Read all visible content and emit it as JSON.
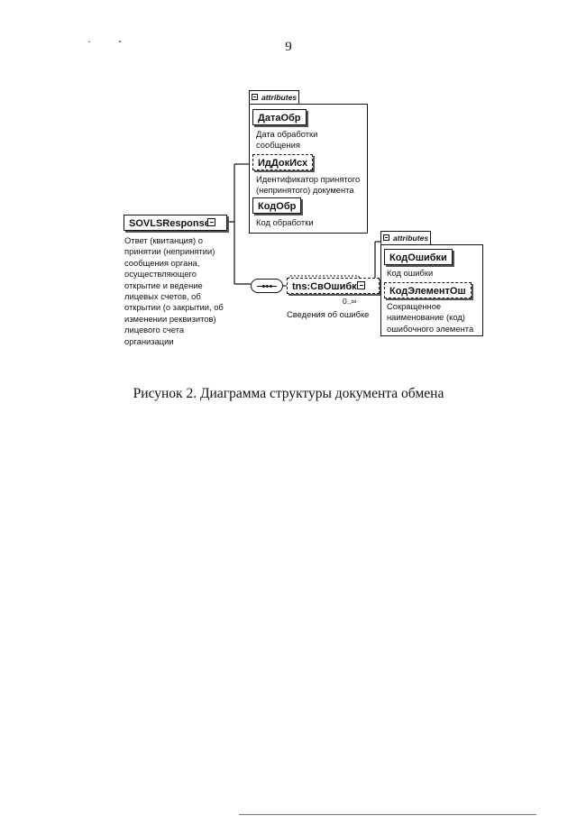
{
  "page": {
    "number": "9"
  },
  "caption": "Рисунок 2. Диаграмма структуры документа обмена",
  "diagram": {
    "root": {
      "name": "SOVLSResponse",
      "description": "Ответ (квитанция) о\nпринятии (непринятии)\nсообщения органа,\nосуществляющего\nоткрытие и ведение\nлицевых счетов, об\nоткрытии (о закрытии, об\nизменении реквизитов)\nлицевого счета\nорганизации"
    },
    "root_attributes": {
      "tab_label": "attributes",
      "items": [
        {
          "name": "ДатаОбр",
          "description": "Дата обработки\nсообщения",
          "optional": false
        },
        {
          "name": "ИдДокИсх",
          "description": "Идентификатор принятого\n(непринятого) документа",
          "optional": true
        },
        {
          "name": "КодОбр",
          "description": "Код обработки",
          "optional": false
        }
      ]
    },
    "child": {
      "name": "tns:СвОшибка",
      "description": "Сведения об ошибке",
      "cardinality": "0..∞",
      "optional": true
    },
    "child_attributes": {
      "tab_label": "attributes",
      "items": [
        {
          "name": "КодОшибки",
          "description": "Код ошибки",
          "optional": false
        },
        {
          "name": "КодЭлементОш",
          "description": "Сокращенное\nнаименование (код)\nошибочного элемента",
          "optional": true
        }
      ]
    }
  }
}
